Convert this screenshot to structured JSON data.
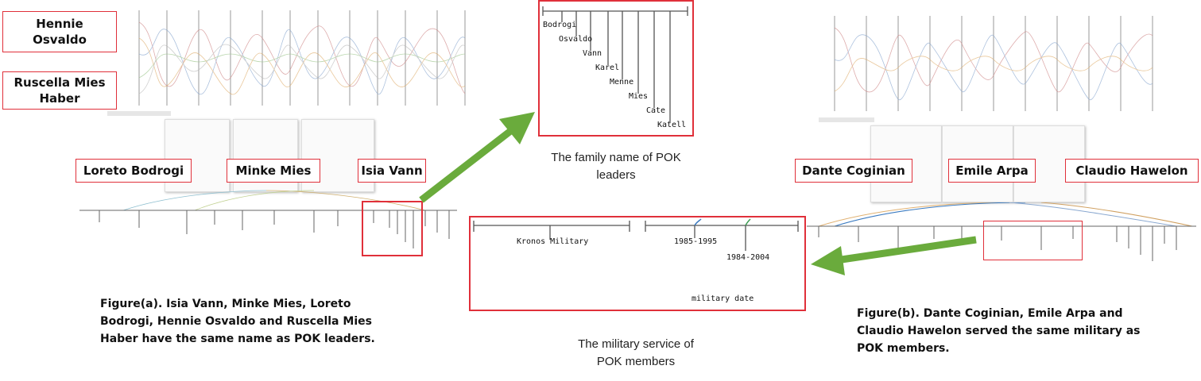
{
  "colors": {
    "box": "#e0303a",
    "arrow": "#6aab3c"
  },
  "left_labels": {
    "hennie": "Hennie Osvaldo",
    "ruscella": "Ruscella Mies Haber",
    "loreto": "Loreto Bodrogi",
    "minke": "Minke Mies",
    "isia": "Isia Vann"
  },
  "right_labels": {
    "dante": "Dante Coginian",
    "emile": "Emile Arpa",
    "claudio": "Claudio Hawelon"
  },
  "top_tree": {
    "names": [
      "Bodrogi",
      "Osvaldo",
      "Vann",
      "Karel",
      "Menne",
      "Mies",
      "Cate",
      "Katell"
    ],
    "caption_line1": "The family name of POK",
    "caption_line2": "leaders"
  },
  "middle_tree": {
    "military": "Kronos Military",
    "date1": "1985-1995",
    "date2": "1984-2004",
    "bottom_label": "military date",
    "caption_line1": "The military service  of",
    "caption_line2": "POK members"
  },
  "figure_a": {
    "line1": "Figure(a). Isia Vann, Minke Mies, Loreto",
    "line2": "Bodrogi, Hennie Osvaldo and Ruscella Mies",
    "line3": "Haber have the same name as POK leaders."
  },
  "figure_b": {
    "line1": "Figure(b). Dante Coginian, Emile Arpa and",
    "line2": "Claudio Hawelon served  the same military as",
    "line3": "POK members."
  }
}
